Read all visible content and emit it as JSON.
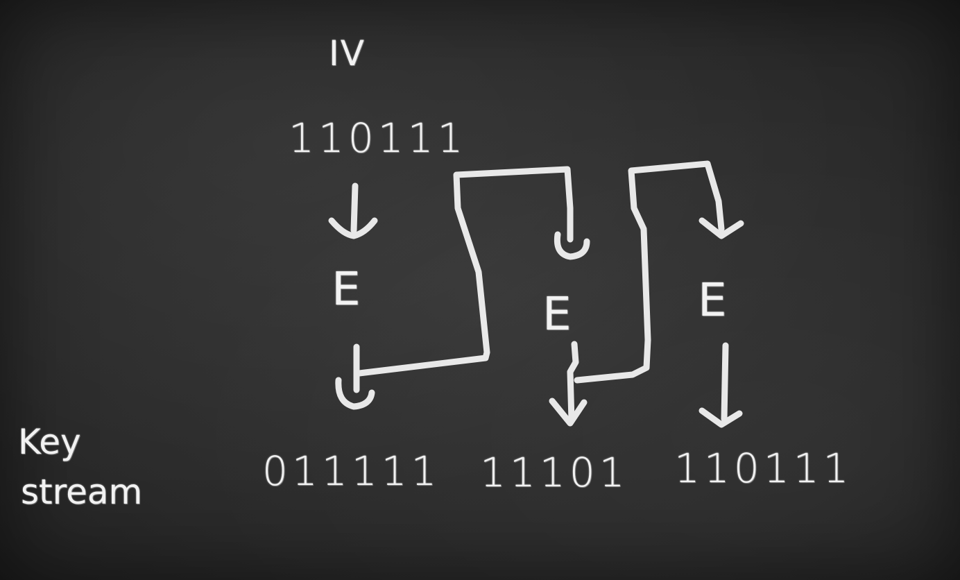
{
  "diagram": {
    "iv_label": "IV",
    "iv_bits": "110111",
    "encrypt_blocks": [
      {
        "label": "E",
        "output": "011111"
      },
      {
        "label": "E",
        "output": "11101"
      },
      {
        "label": "E",
        "output": "110111"
      }
    ],
    "keystream_label_line1": "Key",
    "keystream_label_line2": "stream",
    "colors": {
      "board": "#2b2b2b",
      "chalk": "#f2f2f2"
    }
  }
}
